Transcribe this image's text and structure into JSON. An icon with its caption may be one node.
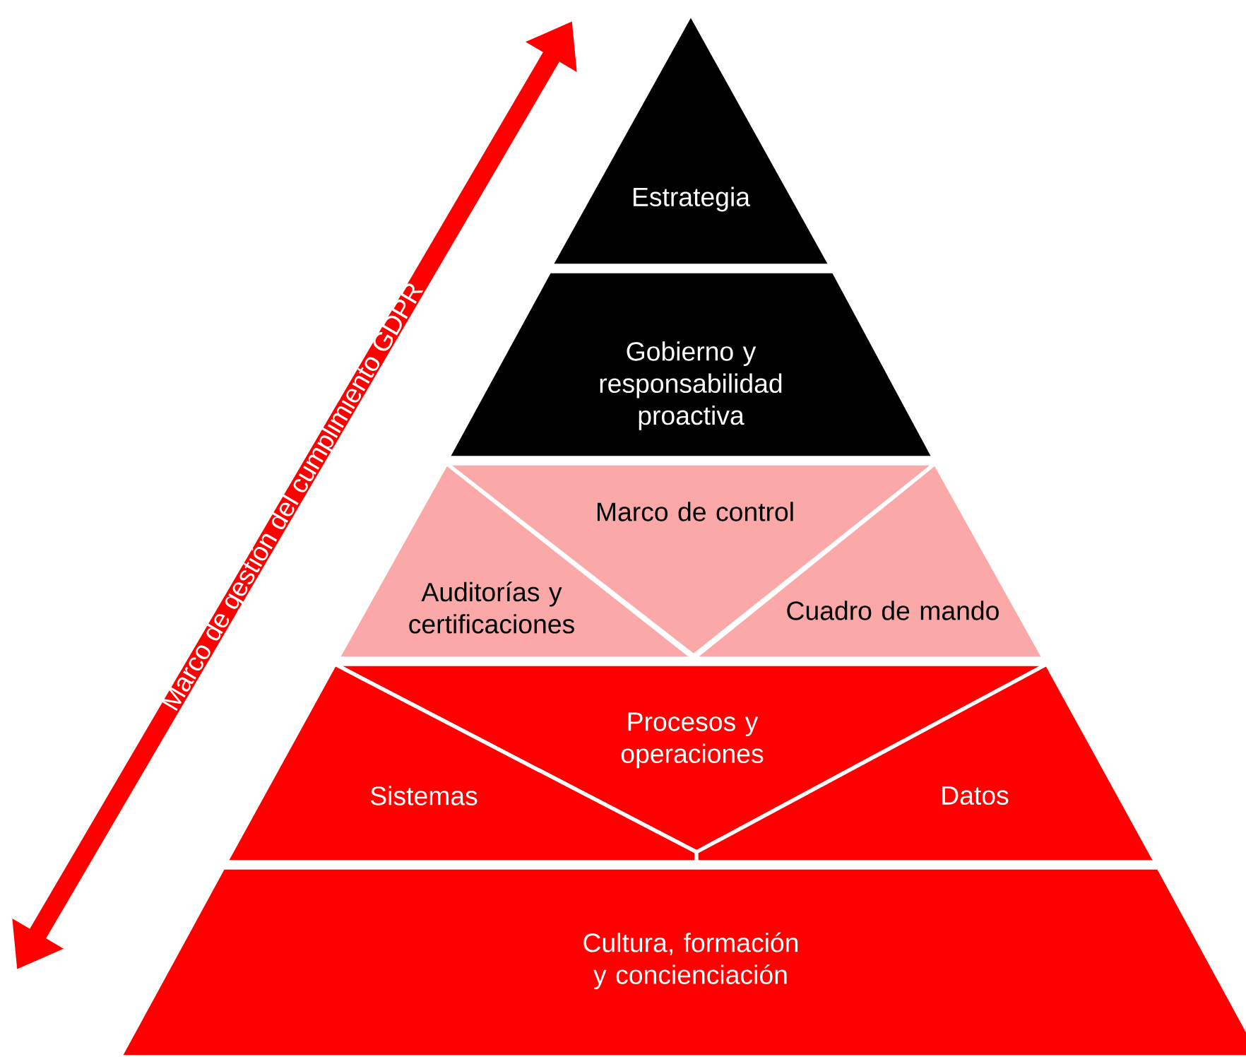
{
  "diagram": {
    "nodes": [
      {
        "text": [
          "Estrategia"
        ]
      },
      {
        "text": [
          "Gobierno y responsabilidad proactiva"
        ]
      },
      {
        "text": [
          "Marco de control"
        ]
      },
      {
        "text": [
          "Auditorías y certificaciones"
        ]
      },
      {
        "text": [
          "Cuadro de mando"
        ]
      },
      {
        "text": [
          "Procesos y operaciones"
        ]
      },
      {
        "text": [
          "Sistemas"
        ]
      },
      {
        "text": [
          "Datos"
        ]
      },
      {
        "text": [
          "Cultura, formación y concienciación"
        ]
      }
    ],
    "labels": [
      "Marco de gestión del cumplimiento GDPR"
    ]
  }
}
